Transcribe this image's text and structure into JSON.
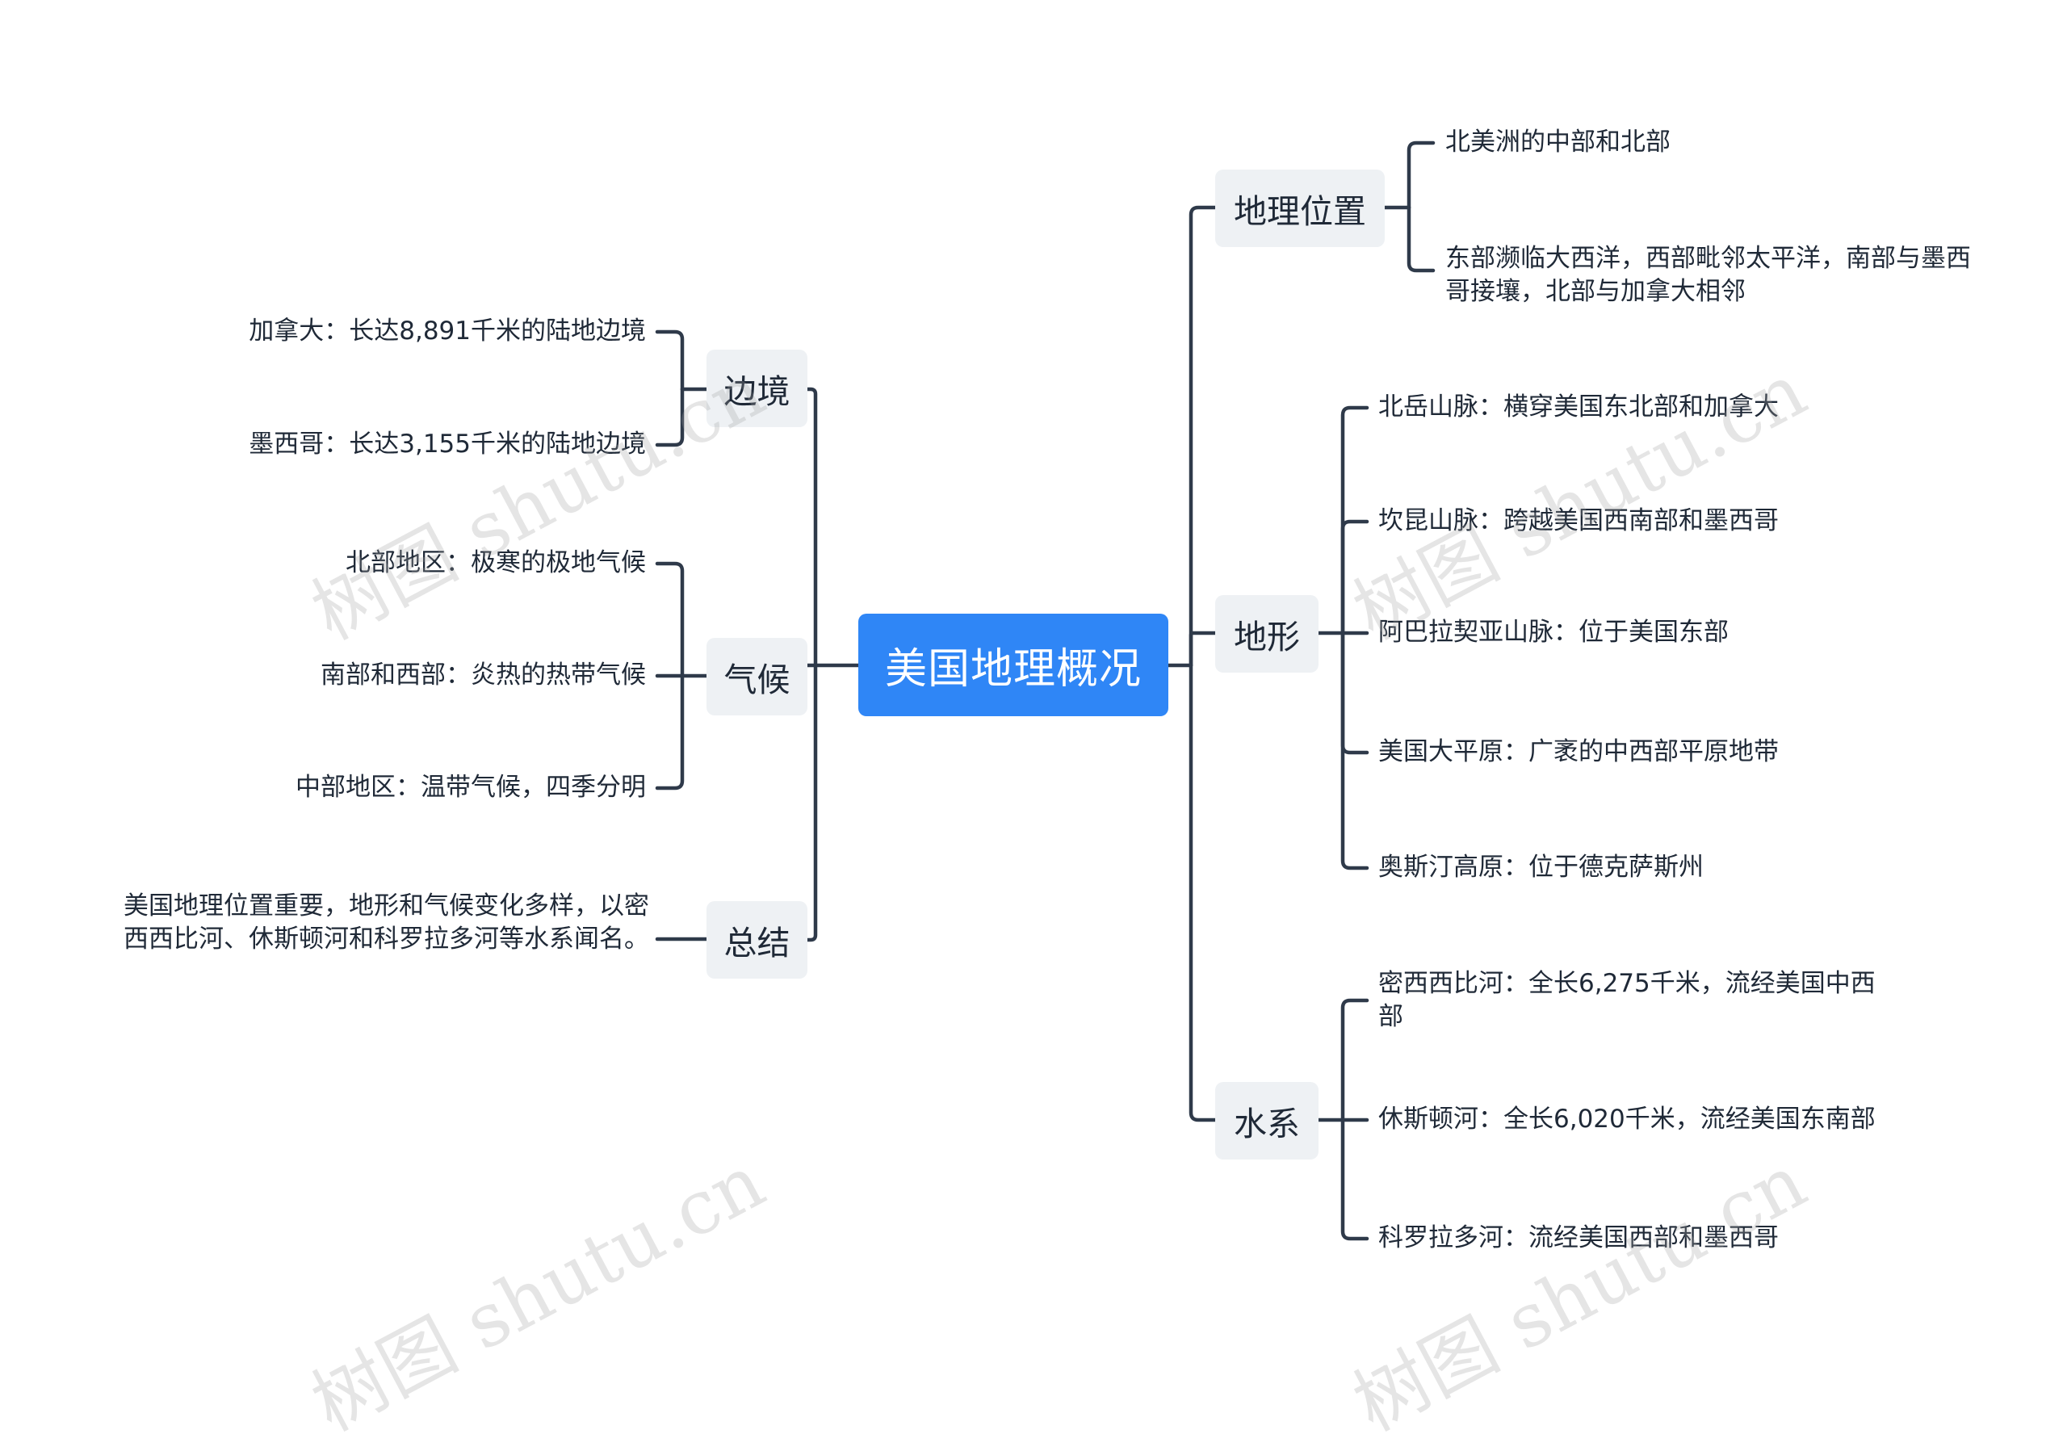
{
  "root": {
    "label": "美国地理概况"
  },
  "left": {
    "border": {
      "label": "边境",
      "items": [
        "加拿大：长达8,891千米的陆地边境",
        "墨西哥：长达3,155千米的陆地边境"
      ]
    },
    "climate": {
      "label": "气候",
      "items": [
        "北部地区：极寒的极地气候",
        "南部和西部：炎热的热带气候",
        "中部地区：温带气候，四季分明"
      ]
    },
    "summary": {
      "label": "总结",
      "items": [
        "美国地理位置重要，地形和气候变化多样，以密西西比河、休斯顿河和科罗拉多河等水系闻名。"
      ]
    }
  },
  "right": {
    "location": {
      "label": "地理位置",
      "items": [
        "北美洲的中部和北部",
        "东部濒临大西洋，西部毗邻太平洋，南部与墨西哥接壤，北部与加拿大相邻"
      ]
    },
    "terrain": {
      "label": "地形",
      "items": [
        "北岳山脉：横穿美国东北部和加拿大",
        "坎昆山脉：跨越美国西南部和墨西哥",
        "阿巴拉契亚山脉：位于美国东部",
        "美国大平原：广袤的中西部平原地带",
        "奥斯汀高原：位于德克萨斯州"
      ]
    },
    "water": {
      "label": "水系",
      "items": [
        "密西西比河：全长6,275千米，流经美国中西部",
        "休斯顿河：全长6,020千米，流经美国东南部",
        "科罗拉多河：流经美国西部和墨西哥"
      ]
    }
  },
  "watermark": "树图 shutu.cn",
  "colors": {
    "root": "#2f86f6",
    "branch": "#eef1f4",
    "line": "#2f3a4a"
  }
}
